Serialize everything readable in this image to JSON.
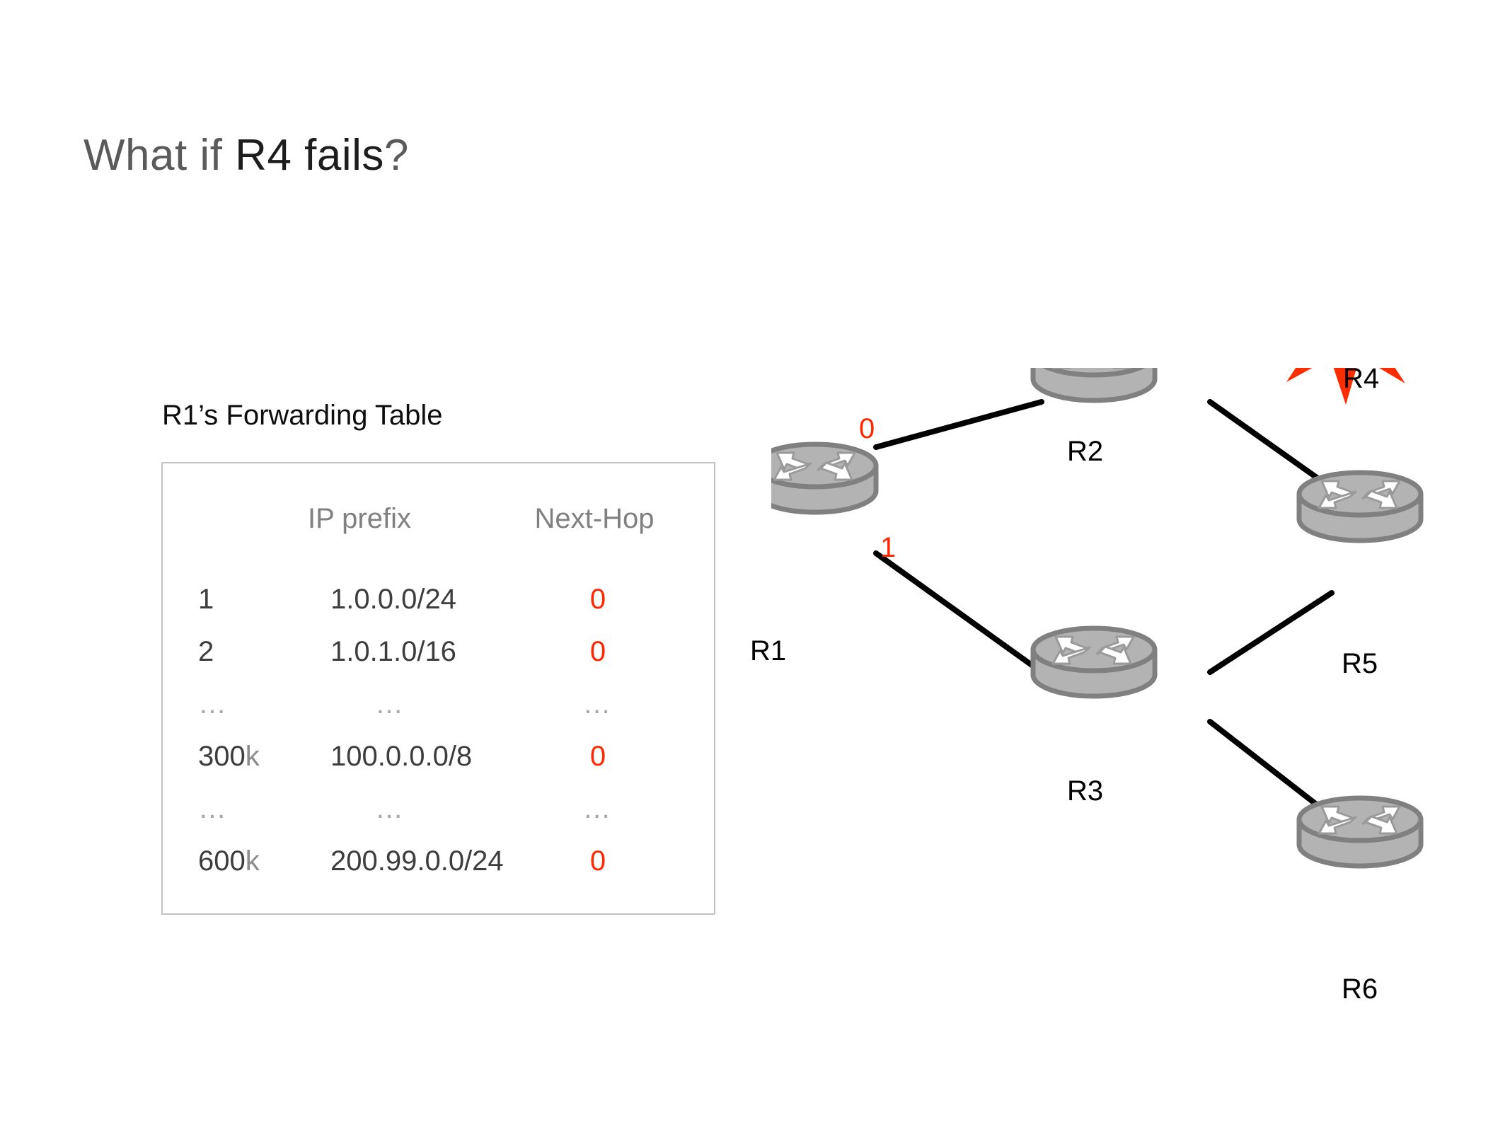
{
  "slide": {
    "title_parts": {
      "lead": "What if ",
      "emphasis": "R4 fails",
      "trail": "?"
    },
    "title_full": "What if R4 fails?"
  },
  "forwarding_table": {
    "caption": "R1’s Forwarding Table",
    "headers": {
      "index": "",
      "prefix": "IP prefix",
      "next_hop": "Next-Hop"
    },
    "rows": [
      {
        "index": "1",
        "index_suffix": "",
        "prefix": "1.0.0.0/24",
        "next_hop": "0",
        "kind": "data"
      },
      {
        "index": "2",
        "index_suffix": "",
        "prefix": "1.0.1.0/16",
        "next_hop": "0",
        "kind": "data"
      },
      {
        "index": "…",
        "index_suffix": "",
        "prefix": "…",
        "next_hop": "…",
        "kind": "ellipsis"
      },
      {
        "index": "300",
        "index_suffix": "k",
        "prefix": "100.0.0.0/8",
        "next_hop": "0",
        "kind": "data"
      },
      {
        "index": "…",
        "index_suffix": "",
        "prefix": "…",
        "next_hop": "…",
        "kind": "ellipsis"
      },
      {
        "index": "600",
        "index_suffix": "k",
        "prefix": "200.99.0.0/24",
        "next_hop": "0",
        "kind": "data"
      }
    ]
  },
  "network": {
    "routers": [
      {
        "id": "R1",
        "label": "R1"
      },
      {
        "id": "R2",
        "label": "R2"
      },
      {
        "id": "R3",
        "label": "R3"
      },
      {
        "id": "R4",
        "label": "R4"
      },
      {
        "id": "R5",
        "label": "R5"
      },
      {
        "id": "R6",
        "label": "R6"
      }
    ],
    "links": [
      {
        "from": "R1",
        "to": "R2"
      },
      {
        "from": "R1",
        "to": "R3"
      },
      {
        "from": "R2",
        "to": "R4"
      },
      {
        "from": "R2",
        "to": "R5"
      },
      {
        "from": "R3",
        "to": "R5"
      },
      {
        "from": "R3",
        "to": "R6"
      }
    ],
    "port_labels": [
      {
        "router": "R1",
        "port": "0",
        "toward": "R2"
      },
      {
        "router": "R1",
        "port": "1",
        "toward": "R3"
      }
    ],
    "failed_router": "R4",
    "failure_marker": "explosion-star"
  },
  "colors": {
    "accent_red": "#ff2600",
    "explosion_red": "#fa2c00",
    "router_body": "#b3b3b3",
    "router_outline": "#808080",
    "table_border": "#c3c3c3",
    "header_gray": "#808080",
    "body_text": "#3d3d3d",
    "link_black": "#000000"
  }
}
